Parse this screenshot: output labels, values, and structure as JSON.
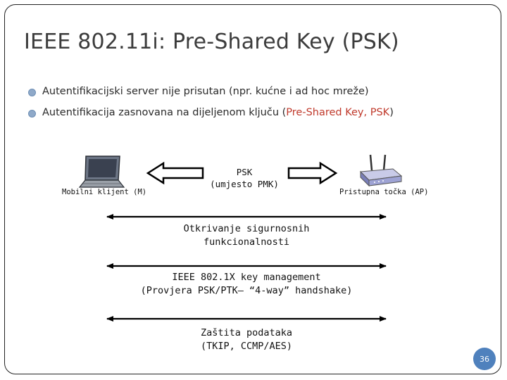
{
  "title": "IEEE 802.11i: Pre-Shared Key (PSK)",
  "bullets": [
    {
      "text": "Autentifikacijski server nije prisutan (npr. kućne i ad hoc mreže)"
    },
    {
      "text_before": "Autentifikacija zasnovana na dijeljenom ključu (",
      "text_red": "Pre-Shared Key, PSK",
      "text_after": ")"
    }
  ],
  "diagram": {
    "client_label": "Mobilni klijent (M)",
    "ap_label": "Pristupna točka (AP)",
    "psk_line1": "PSK",
    "psk_line2": "(umjesto PMK)",
    "phases": [
      {
        "line1": "Otkrivanje sigurnosnih",
        "line2": "funkcionalnosti"
      },
      {
        "line1": "IEEE 802.1X key management",
        "line2": "(Provjera PSK/PTK– “4-way” handshake)"
      },
      {
        "line1": "Zaštita podataka",
        "line2": "(TKIP, CCMP/AES)"
      }
    ]
  },
  "icons": {
    "client": "laptop-icon",
    "ap": "wireless-router-icon"
  },
  "colors": {
    "bullet": "#8fa9c9",
    "highlight": "#c0392b",
    "page_badge": "#4f81bd"
  },
  "page_number": "36"
}
